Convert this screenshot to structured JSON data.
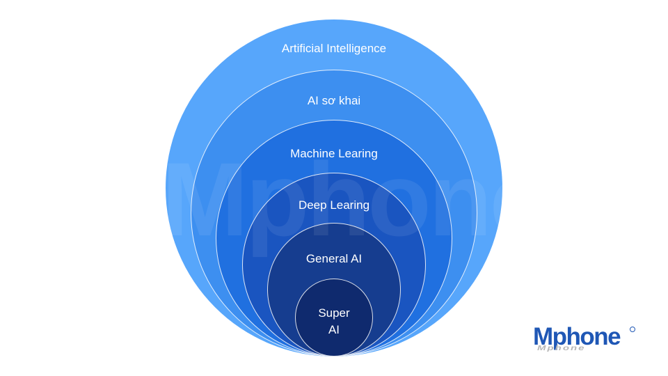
{
  "diagram": {
    "levels": [
      {
        "label": "Artificial Intelligence",
        "color": "#57a6fb"
      },
      {
        "label": "AI sơ khai",
        "color": "#3d8ff0"
      },
      {
        "label": "Machine Learing",
        "color": "#2070e0"
      },
      {
        "label": "Deep Learing",
        "color": "#1a55c0"
      },
      {
        "label": "General AI",
        "color": "#163d8f"
      },
      {
        "label": "Super\nAI",
        "color": "#0f2a6e"
      }
    ]
  },
  "watermark": {
    "text": "Mphone"
  },
  "logo": {
    "text": "Mphone",
    "reflection": "Mphone",
    "color": "#1f57b5"
  }
}
